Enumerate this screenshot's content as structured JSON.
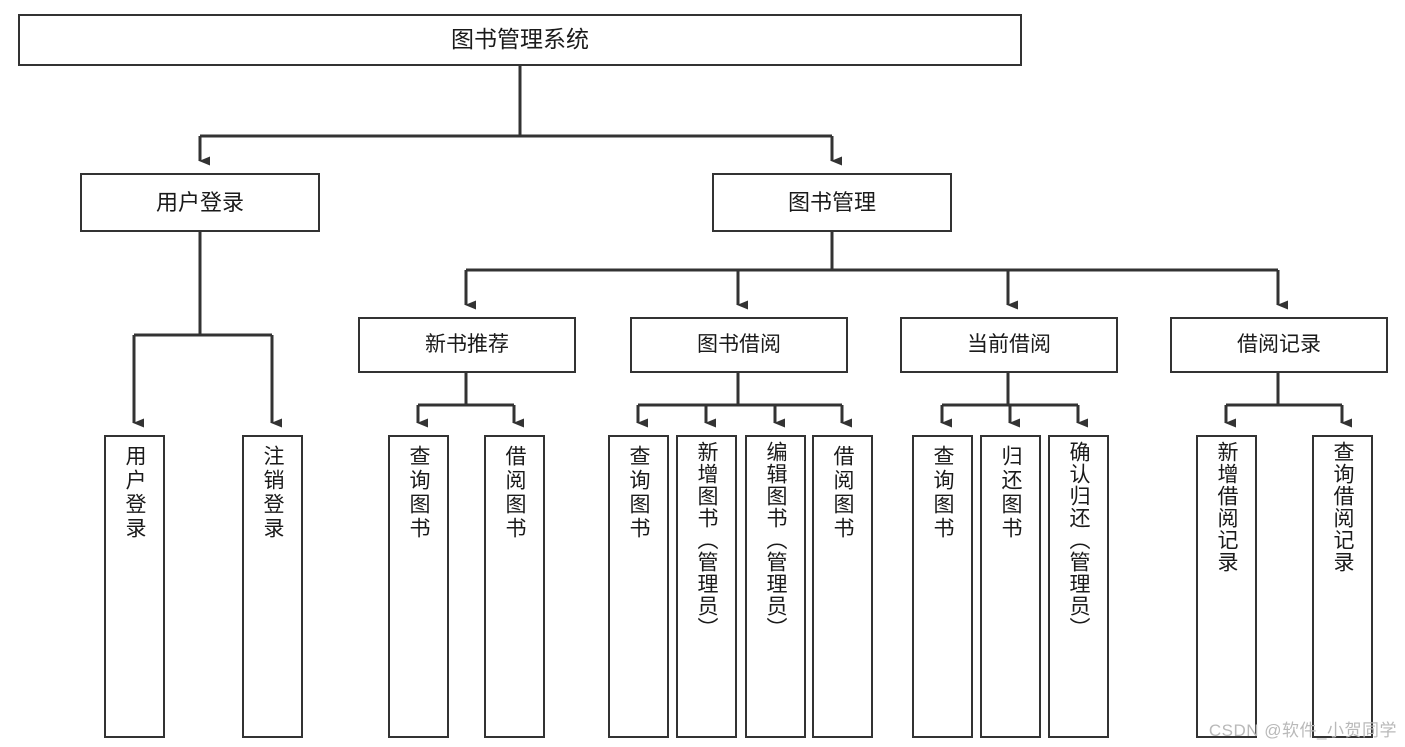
{
  "diagram": {
    "title": "图书管理系统",
    "type": "tree-hierarchy-diagram",
    "watermark": "CSDN @软件_小贺同学",
    "colors": {
      "box_border": "#333333",
      "box_fill": "#ffffff",
      "connector": "#333333",
      "text": "#1a1a1a",
      "watermark": "#b9b9b9",
      "background": "#ffffff"
    },
    "root": {
      "label": "图书管理系统"
    },
    "level2": [
      {
        "label": "用户登录"
      },
      {
        "label": "图书管理"
      }
    ],
    "level3": [
      {
        "label": "新书推荐"
      },
      {
        "label": "图书借阅"
      },
      {
        "label": "当前借阅"
      },
      {
        "label": "借阅记录"
      }
    ],
    "leaves": {
      "user_login": [
        {
          "label": "用户登录"
        },
        {
          "label": "注销登录"
        }
      ],
      "new_book_recommend": [
        {
          "label": "查询图书"
        },
        {
          "label": "借阅图书"
        }
      ],
      "book_borrow": [
        {
          "label": "查询图书"
        },
        {
          "label": "新增图书（管理员）"
        },
        {
          "label": "编辑图书（管理员）"
        },
        {
          "label": "借阅图书"
        }
      ],
      "current_borrow": [
        {
          "label": "查询图书"
        },
        {
          "label": "归还图书"
        },
        {
          "label": "确认归还（管理员）"
        }
      ],
      "borrow_records": [
        {
          "label": "新增借阅记录"
        },
        {
          "label": "查询借阅记录"
        }
      ]
    }
  }
}
